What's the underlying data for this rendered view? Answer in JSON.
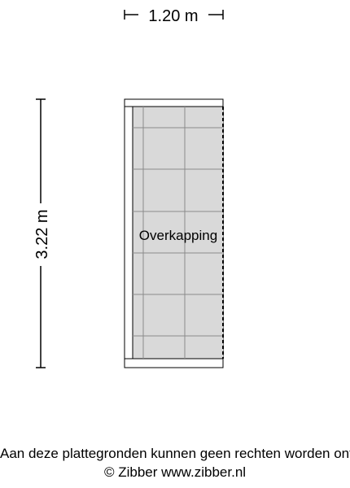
{
  "dimensions": {
    "width": "1.20 m",
    "height": "3.22 m"
  },
  "room": {
    "label": "Overkapping"
  },
  "footer": {
    "disclaimer": "Aan deze plattegronden kunnen geen rechten worden ontleend",
    "copyright": "© Zibber www.zibber.nl"
  }
}
